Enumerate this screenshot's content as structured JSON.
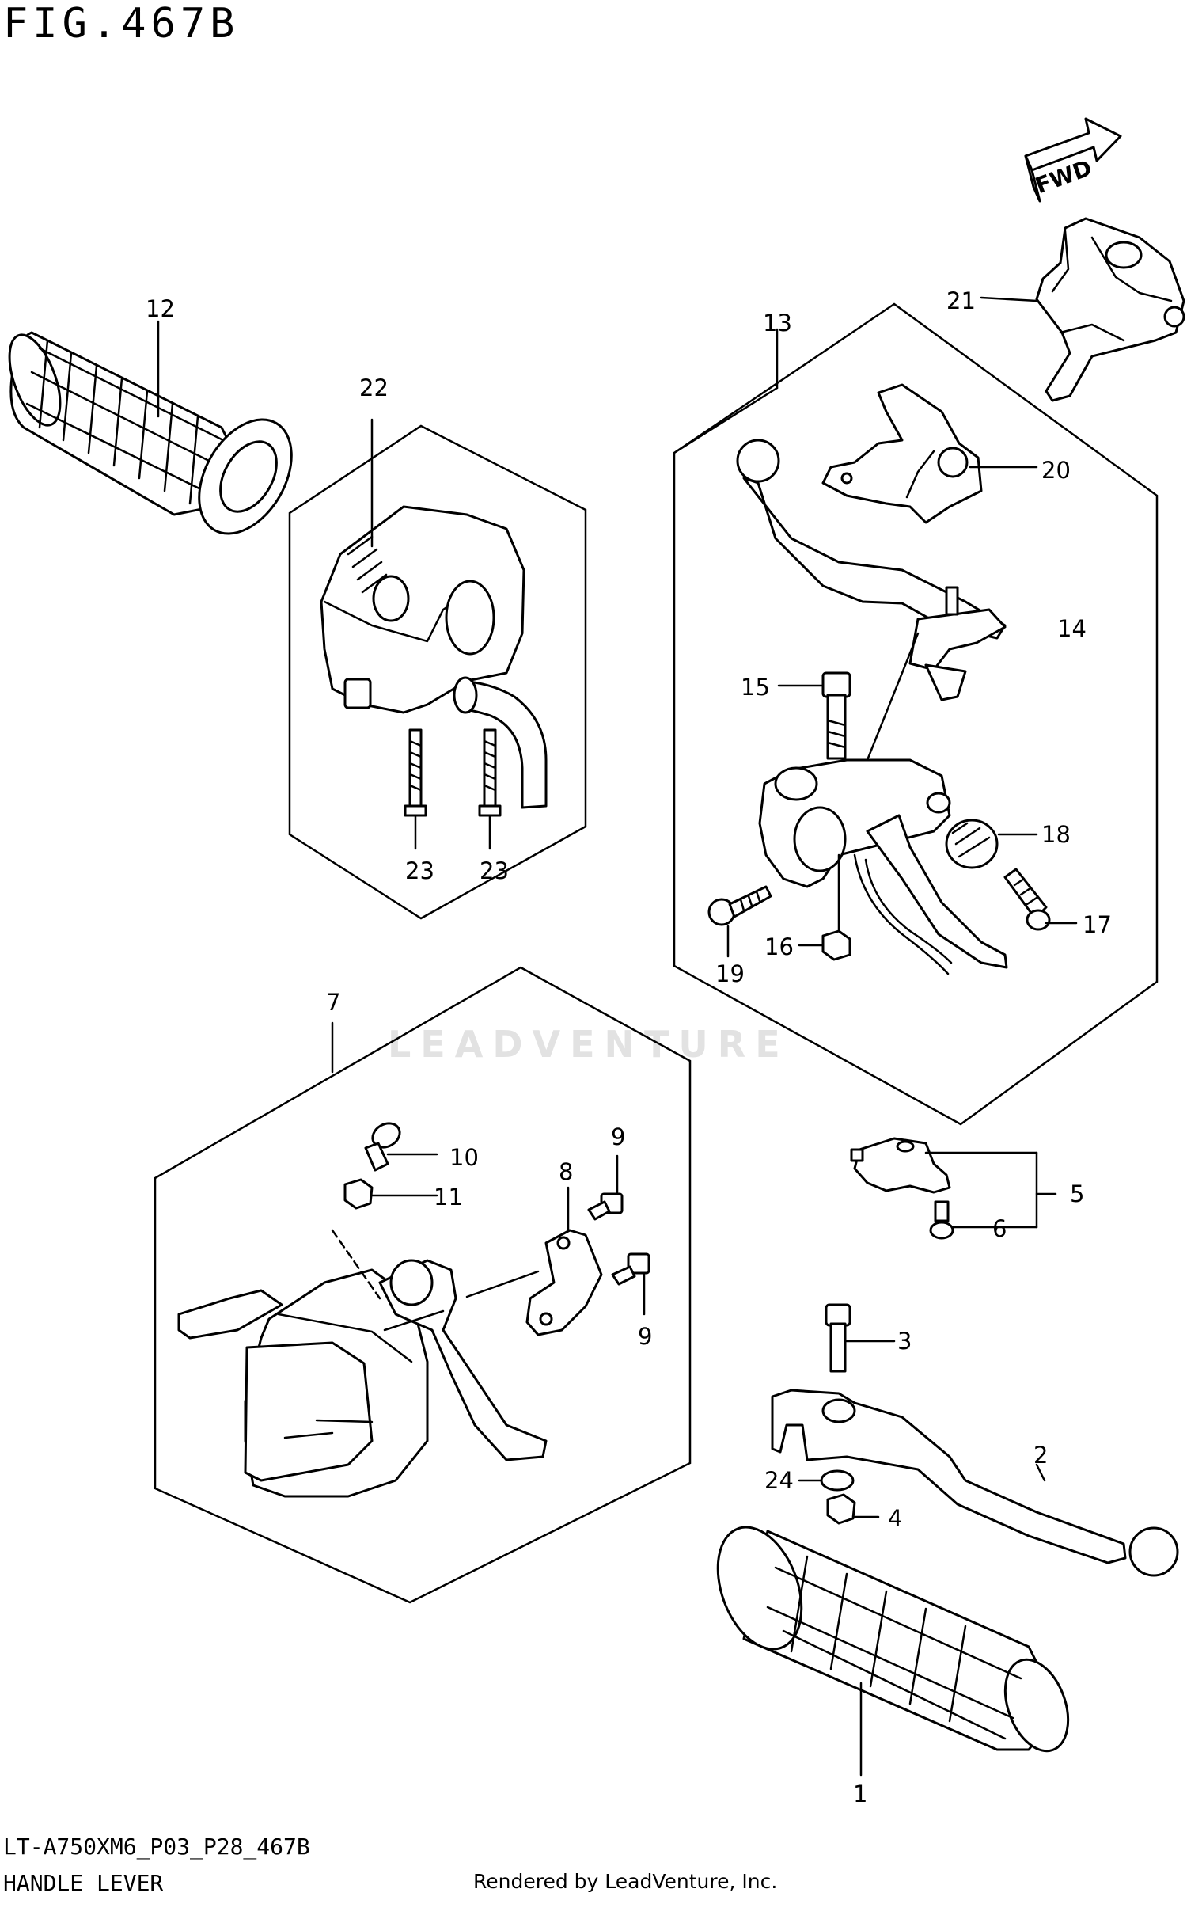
{
  "header": {
    "figure_title": "FIG.467B"
  },
  "footer": {
    "model_code": "LT-A750XM6_P03_P28_467B",
    "section_name": "HANDLE LEVER",
    "credit": "Rendered by LeadVenture, Inc."
  },
  "watermark": {
    "text": "LEADVENTURE"
  },
  "direction_arrow": {
    "label": "FWD"
  },
  "callouts": {
    "c1": "1",
    "c2": "2",
    "c3": "3",
    "c4": "4",
    "c5": "5",
    "c6": "6",
    "c7": "7",
    "c8": "8",
    "c9a": "9",
    "c9b": "9",
    "c10": "10",
    "c11": "11",
    "c12": "12",
    "c13": "13",
    "c14": "14",
    "c15": "15",
    "c16": "16",
    "c17": "17",
    "c18": "18",
    "c19": "19",
    "c20": "20",
    "c21": "21",
    "c22": "22",
    "c23a": "23",
    "c23b": "23",
    "c24": "24"
  }
}
